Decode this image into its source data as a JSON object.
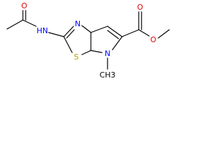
{
  "molecule": {
    "colors": {
      "bond": "#000000",
      "O": "#e00000",
      "N": "#0000ff",
      "S": "#b8a000"
    },
    "atoms": {
      "o_amide": "O",
      "nh": "HN",
      "n_thiazole": "N",
      "s_ring": "S",
      "n_pyrrole": "N",
      "n_methyl": "CH3",
      "o_carbonyl": "O",
      "o_ester": "O"
    }
  }
}
